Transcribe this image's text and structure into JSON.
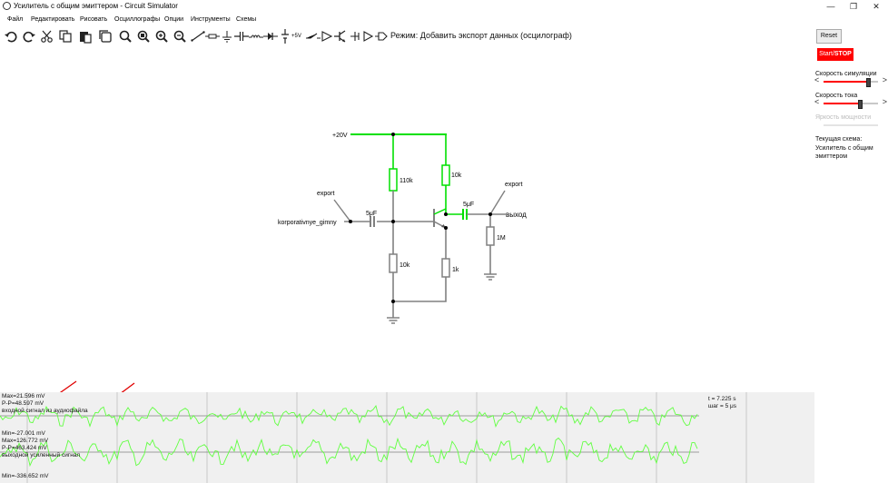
{
  "window": {
    "title": "Усилитель с общим эмиттером - Circuit Simulator",
    "minimize": "—",
    "restore": "❐",
    "close": "✕"
  },
  "menu": [
    "Файл",
    "Редактировать",
    "Рисовать",
    "Осциллографы",
    "Опции",
    "Инструменты",
    "Схемы"
  ],
  "toolbar": {
    "icons": [
      "undo-icon",
      "redo-icon",
      "cut-icon",
      "copy-icon",
      "paste-icon",
      "duplicate-icon",
      "search-icon",
      "zoom-fit-icon",
      "zoom-in-icon",
      "zoom-out-icon",
      "wire-icon",
      "resistor-icon",
      "ground-icon",
      "capacitor-icon",
      "inductor-icon",
      "diode-icon",
      "voltage-source-icon",
      "vcc-label-icon",
      "switch-icon",
      "opamp-icon",
      "npn-transistor-icon",
      "pnp-transistor-icon",
      "output-icon",
      "logic-input-icon"
    ],
    "vcc_label": "+5V",
    "mode": "Режим: Добавить экспорт данных (осцилограф)"
  },
  "sidebar": {
    "reset": "Reset",
    "start_a": "Start/",
    "start_b": "STOP",
    "sim_speed_label": "Скорость симуляции",
    "sim_speed_value": 0.82,
    "current_speed_label": "Скорость тока",
    "current_speed_value": 0.66,
    "power_brightness_label": "Яркость мощности",
    "current_circuit_label": "Текущая схема:",
    "current_circuit_name": "Усилитель с общим эмиттером"
  },
  "circuit": {
    "vcc": "+20V",
    "r1": "110k",
    "r2": "10k",
    "rc": "10k",
    "re": "1k",
    "c_in": "5μF",
    "c_out": "5μF",
    "r_load": "1M",
    "export_in": "export",
    "export_out": "export",
    "input_name": "korporativnye_gimny",
    "output_name": "выход",
    "colors": {
      "wire": "#808080",
      "active": "#00e000",
      "node": "#000000"
    }
  },
  "scope": {
    "ch1_max": "Max=21.596 mV",
    "ch1_pp": "P-P=48.597 mV",
    "ch1_name": "входной сигнал из аудиофайла",
    "ch1_min": "Min=-27.001 mV",
    "ch2_max": "Max=126.772 mV",
    "ch2_pp": "P-P=463.424 mV",
    "ch2_name": "выходной усиленный сигнал",
    "ch2_min": "Min=-336.652 mV",
    "time": "t = 7.225 s",
    "step": "шаг = 5 μs",
    "trace_color": "#60ff40"
  }
}
